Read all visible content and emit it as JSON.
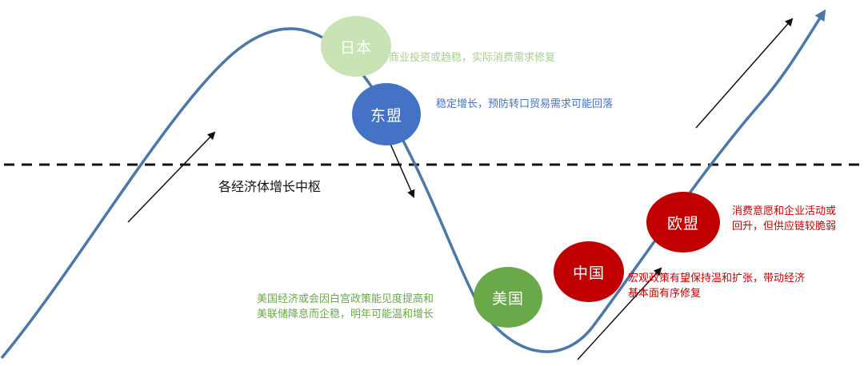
{
  "colors": {
    "curve": "#4a78a8",
    "japan": "#c9e3b4",
    "japan_text": "#a8d08c",
    "asean": "#4472c4",
    "asean_text": "#4472c4",
    "usa": "#6aa94a",
    "usa_text": "#6aa94a",
    "china": "#c00000",
    "eu": "#c00000",
    "red_text": "#c00000",
    "dashed_line": "#111111",
    "arrow": "#111111"
  },
  "center_label": "各经济体增长中枢",
  "economies": {
    "japan": {
      "label": "日本",
      "note_lines": [
        "商业投资或趋稳，实际消费需求修复"
      ]
    },
    "asean": {
      "label": "东盟",
      "note_lines": [
        "稳定增长，预防转口贸易需求可能回落"
      ]
    },
    "usa": {
      "label": "美国",
      "note_lines": [
        "美国经济或会因白宫政策能见度提高和",
        "美联储降息而企稳，明年可能温和增长"
      ]
    },
    "china": {
      "label": "中国",
      "note_lines": [
        "宏观政策有望保持温和扩张，带动经济",
        "基本面有序修复"
      ]
    },
    "eu": {
      "label": "欧盟",
      "note_lines": [
        "消费意愿和企业活动或",
        "回升，但供应链较脆弱"
      ]
    }
  }
}
